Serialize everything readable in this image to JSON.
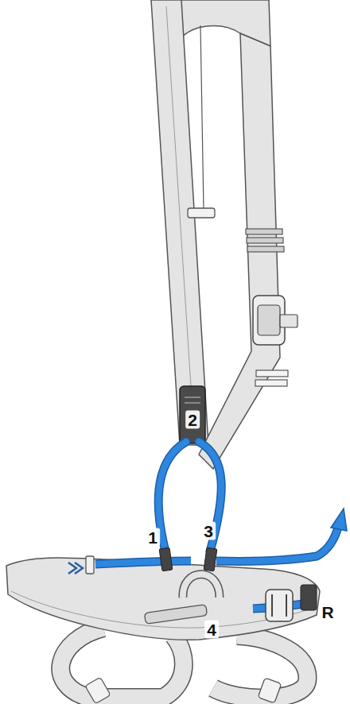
{
  "diagram": {
    "labels": [
      "1",
      "2",
      "3",
      "4",
      "R"
    ]
  }
}
